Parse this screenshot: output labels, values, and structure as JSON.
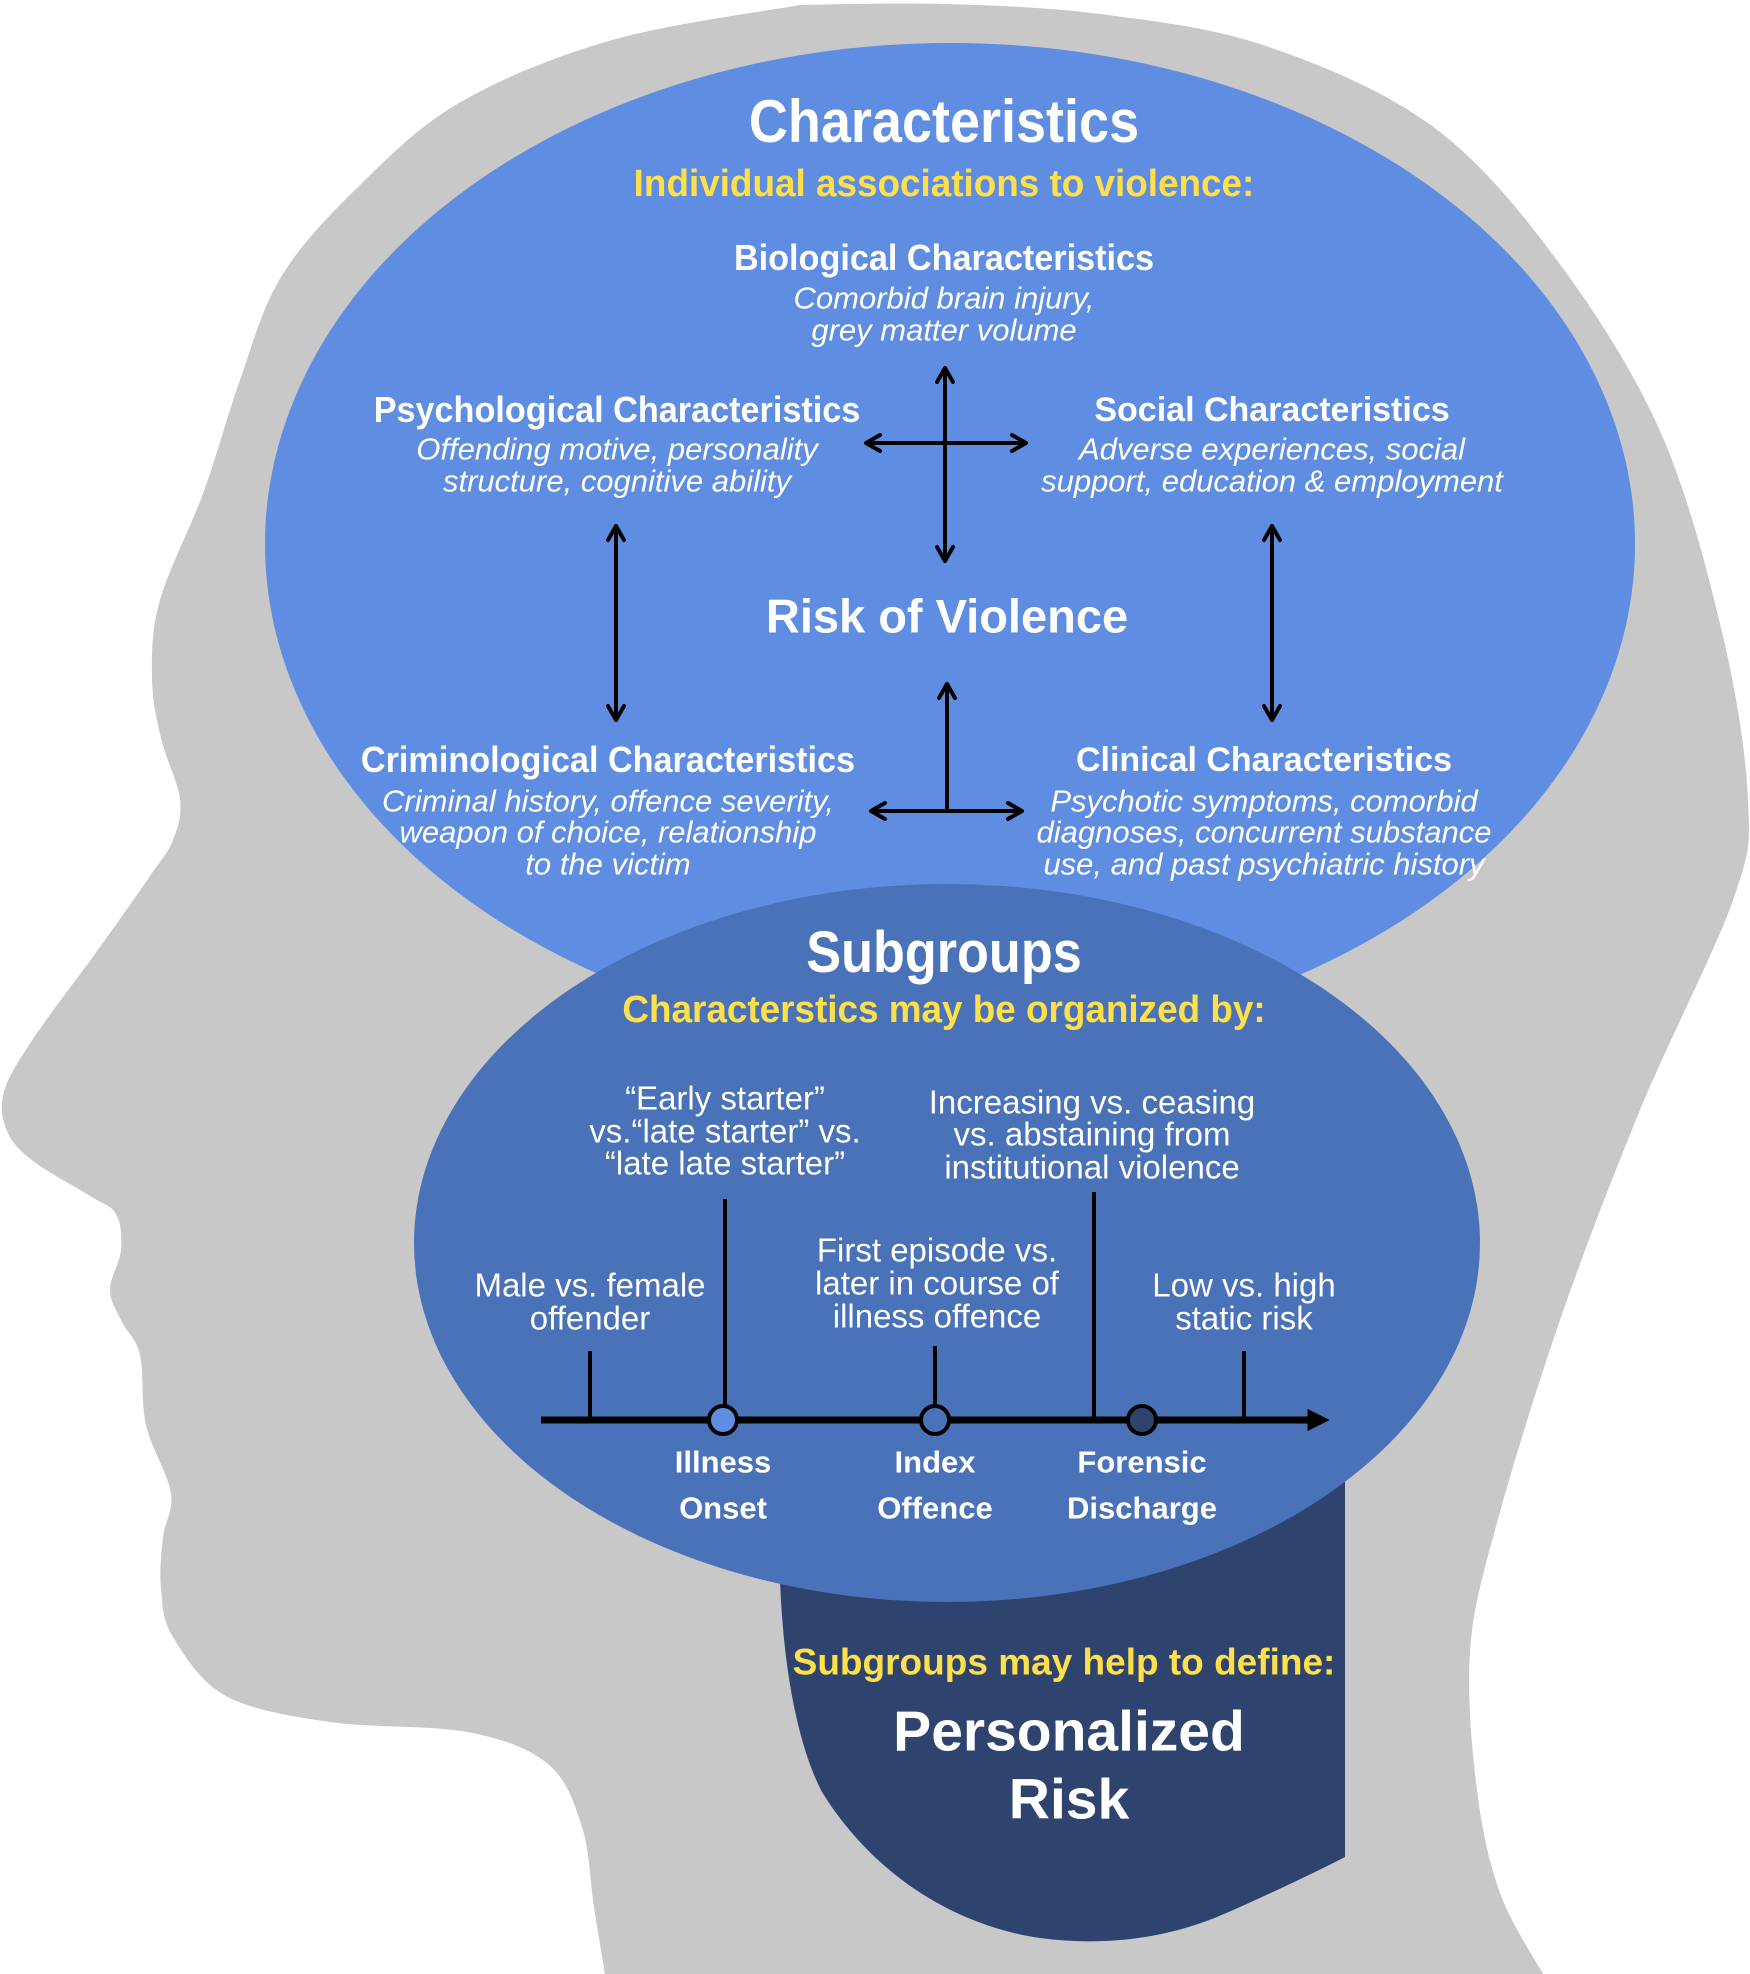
{
  "figure": {
    "characteristics": {
      "title": "Characteristics",
      "subtitle": "Individual associations to violence:",
      "center_label": "Risk of Violence",
      "categories": [
        {
          "id": "biological",
          "title": "Biological Characteristics",
          "lines": [
            "Comorbid brain injury,",
            "grey matter volume"
          ]
        },
        {
          "id": "psychological",
          "title": "Psychological Characteristics",
          "lines": [
            "Offending motive, personality",
            "structure, cognitive ability"
          ]
        },
        {
          "id": "social",
          "title": "Social Characteristics",
          "lines": [
            "Adverse experiences, social",
            "support, education & employment"
          ]
        },
        {
          "id": "criminological",
          "title": "Criminological Characteristics",
          "lines": [
            "Criminal history, offence severity,",
            "weapon of choice, relationship",
            "to the victim"
          ]
        },
        {
          "id": "clinical",
          "title": "Clinical Characteristics",
          "lines": [
            "Psychotic symptoms, comorbid",
            "diagnoses, concurrent substance",
            "use, and past psychiatric history"
          ]
        }
      ]
    },
    "subgroups": {
      "title": "Subgroups",
      "subtitle": "Characterstics may be organized by:",
      "criteria": [
        {
          "id": "sex",
          "lines": [
            "Male vs. female",
            "offender"
          ]
        },
        {
          "id": "onset",
          "lines": [
            "“Early starter”",
            "vs.“late starter” vs.",
            "“late late starter”"
          ]
        },
        {
          "id": "episode",
          "lines": [
            "First episode vs.",
            "later in course of",
            "illness offence"
          ]
        },
        {
          "id": "institutional",
          "lines": [
            "Increasing vs. ceasing",
            "vs. abstaining from",
            "institutional violence"
          ]
        },
        {
          "id": "static-risk",
          "lines": [
            "Low vs. high",
            "static risk"
          ]
        }
      ],
      "timeline_events": [
        {
          "id": "illness-onset",
          "lines": [
            "Illness",
            "Onset"
          ]
        },
        {
          "id": "index-offence",
          "lines": [
            "Index",
            "Offence"
          ]
        },
        {
          "id": "forensic-discharge",
          "lines": [
            "Forensic",
            "Discharge"
          ]
        }
      ]
    },
    "outcome": {
      "subtitle": "Subgroups may help to define:",
      "title_lines": [
        "Personalized",
        "Risk"
      ]
    }
  },
  "colors": {
    "head": "#C8C8C8",
    "characteristics": "#5E8DE2",
    "subgroups": "#4A72B8",
    "outcome": "#2E446E",
    "accent": "#FFE04A",
    "text": "#FFFFFF",
    "line": "#000000"
  }
}
